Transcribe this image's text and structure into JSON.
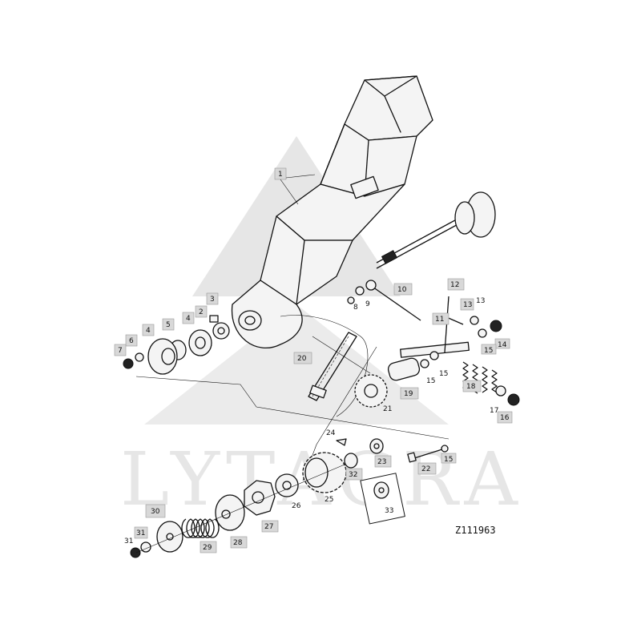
{
  "diagram": {
    "figure_id": "Z111963",
    "watermark_text": "LYTAGRA",
    "part_callouts": [
      {
        "id": "c1",
        "label": "1"
      },
      {
        "id": "c2",
        "label": "2"
      },
      {
        "id": "c3",
        "label": "3"
      },
      {
        "id": "c4a",
        "label": "4"
      },
      {
        "id": "c4b",
        "label": "4"
      },
      {
        "id": "c5",
        "label": "5"
      },
      {
        "id": "c6",
        "label": "6"
      },
      {
        "id": "c7",
        "label": "7"
      },
      {
        "id": "c8",
        "label": "8"
      },
      {
        "id": "c9",
        "label": "9"
      },
      {
        "id": "c10",
        "label": "10"
      },
      {
        "id": "c11",
        "label": "11"
      },
      {
        "id": "c12",
        "label": "12"
      },
      {
        "id": "c13a",
        "label": "13"
      },
      {
        "id": "c13b",
        "label": "13"
      },
      {
        "id": "c14",
        "label": "14"
      },
      {
        "id": "c15a",
        "label": "15"
      },
      {
        "id": "c15b",
        "label": "15"
      },
      {
        "id": "c15c",
        "label": "15"
      },
      {
        "id": "c15d",
        "label": "15"
      },
      {
        "id": "c16",
        "label": "16"
      },
      {
        "id": "c17",
        "label": "17"
      },
      {
        "id": "c18",
        "label": "18"
      },
      {
        "id": "c19",
        "label": "19"
      },
      {
        "id": "c20",
        "label": "20"
      },
      {
        "id": "c21",
        "label": "21"
      },
      {
        "id": "c22",
        "label": "22"
      },
      {
        "id": "c23",
        "label": "23"
      },
      {
        "id": "c24",
        "label": "24"
      },
      {
        "id": "c25",
        "label": "25"
      },
      {
        "id": "c26",
        "label": "26"
      },
      {
        "id": "c27",
        "label": "27"
      },
      {
        "id": "c28",
        "label": "28"
      },
      {
        "id": "c29",
        "label": "29"
      },
      {
        "id": "c30",
        "label": "30"
      },
      {
        "id": "c31a",
        "label": "31"
      },
      {
        "id": "c31b",
        "label": "31"
      },
      {
        "id": "c32",
        "label": "32"
      },
      {
        "id": "c33",
        "label": "33"
      }
    ]
  }
}
